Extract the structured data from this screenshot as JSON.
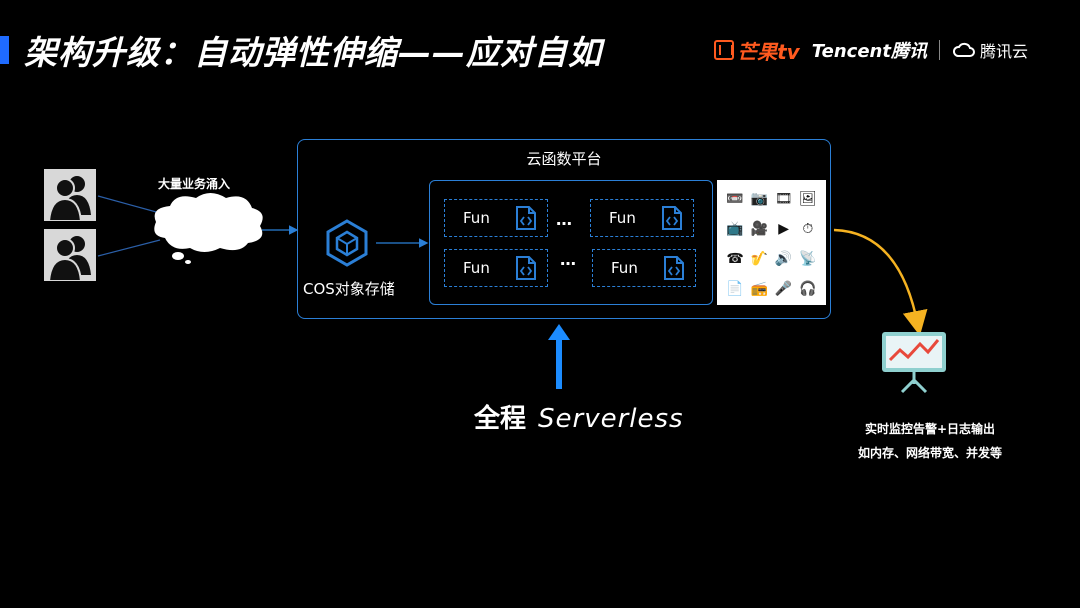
{
  "slide": {
    "title": "架构升级：自动弹性伸缩——应对自如",
    "accent_color": "#1f6bff",
    "border_color": "#2b7fd6",
    "arrow_color": "#1c8cff",
    "curve_color": "#f5b221"
  },
  "logos": {
    "mgtv": "芒果tv",
    "tencent": "Tencent腾讯",
    "tencent_cloud": "腾讯云",
    "mgtv_color": "#ff5a1f"
  },
  "traffic": {
    "label": "大量业务涌入",
    "user_icon": "users-icon",
    "cloud_icon": "cloud-icon"
  },
  "platform": {
    "title": "云函数平台",
    "cos_label": "COS对象存储",
    "cos_icon": "cube-icon",
    "functions": [
      {
        "label": "Fun"
      },
      {
        "label": "Fun"
      },
      {
        "label": "Fun"
      },
      {
        "label": "Fun"
      }
    ],
    "function_icon": "code-file-icon",
    "ellipsis": "…",
    "media_icons": [
      "📼",
      "📷",
      "🎞",
      "🖼",
      "📺",
      "🎥",
      "▶",
      "⏱",
      "☎",
      "🎷",
      "🔊",
      "📡",
      "📄",
      "📻",
      "🎤",
      "🎧"
    ]
  },
  "serverless": {
    "bold": "全程",
    "italic": "Serverless"
  },
  "monitoring": {
    "line1": "实时监控告警+日志输出",
    "line2": "如内存、网络带宽、并发等",
    "chart_icon": "monitor-chart-icon"
  }
}
